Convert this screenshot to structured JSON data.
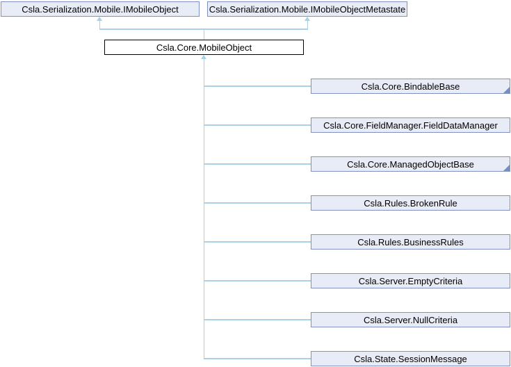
{
  "diagram": {
    "type": "class-inheritance-graph",
    "base_interfaces": [
      {
        "label": "Csla.Serialization.Mobile.IMobileObject"
      },
      {
        "label": "Csla.Serialization.Mobile.IMobileObjectMetastate"
      }
    ],
    "current_class": {
      "label": "Csla.Core.MobileObject"
    },
    "derived_classes": [
      {
        "label": "Csla.Core.BindableBase",
        "has_children": true
      },
      {
        "label": "Csla.Core.FieldManager.FieldDataManager",
        "has_children": false
      },
      {
        "label": "Csla.Core.ManagedObjectBase",
        "has_children": true
      },
      {
        "label": "Csla.Rules.BrokenRule",
        "has_children": false
      },
      {
        "label": "Csla.Rules.BusinessRules",
        "has_children": false
      },
      {
        "label": "Csla.Server.EmptyCriteria",
        "has_children": false
      },
      {
        "label": "Csla.Server.NullCriteria",
        "has_children": false
      },
      {
        "label": "Csla.State.SessionMessage",
        "has_children": false
      }
    ],
    "relations": [
      {
        "from": "Csla.Core.MobileObject",
        "to": "Csla.Serialization.Mobile.IMobileObject",
        "type": "inheritance"
      },
      {
        "from": "Csla.Core.MobileObject",
        "to": "Csla.Serialization.Mobile.IMobileObjectMetastate",
        "type": "inheritance"
      },
      {
        "from": "Csla.Core.BindableBase",
        "to": "Csla.Core.MobileObject",
        "type": "inheritance"
      },
      {
        "from": "Csla.Core.FieldManager.FieldDataManager",
        "to": "Csla.Core.MobileObject",
        "type": "inheritance"
      },
      {
        "from": "Csla.Core.ManagedObjectBase",
        "to": "Csla.Core.MobileObject",
        "type": "inheritance"
      },
      {
        "from": "Csla.Rules.BrokenRule",
        "to": "Csla.Core.MobileObject",
        "type": "inheritance"
      },
      {
        "from": "Csla.Rules.BusinessRules",
        "to": "Csla.Core.MobileObject",
        "type": "inheritance"
      },
      {
        "from": "Csla.Server.EmptyCriteria",
        "to": "Csla.Core.MobileObject",
        "type": "inheritance"
      },
      {
        "from": "Csla.Server.NullCriteria",
        "to": "Csla.Core.MobileObject",
        "type": "inheritance"
      },
      {
        "from": "Csla.State.SessionMessage",
        "to": "Csla.Core.MobileObject",
        "type": "inheritance"
      }
    ],
    "colors": {
      "node_fill": "#e8ecf6",
      "node_border": "#8090c0",
      "current_fill": "#ffffff",
      "current_border": "#000000",
      "edge": "#a5d2e6",
      "marker": "#7b8ec2",
      "text": "#000000",
      "background": "#ffffff"
    }
  }
}
